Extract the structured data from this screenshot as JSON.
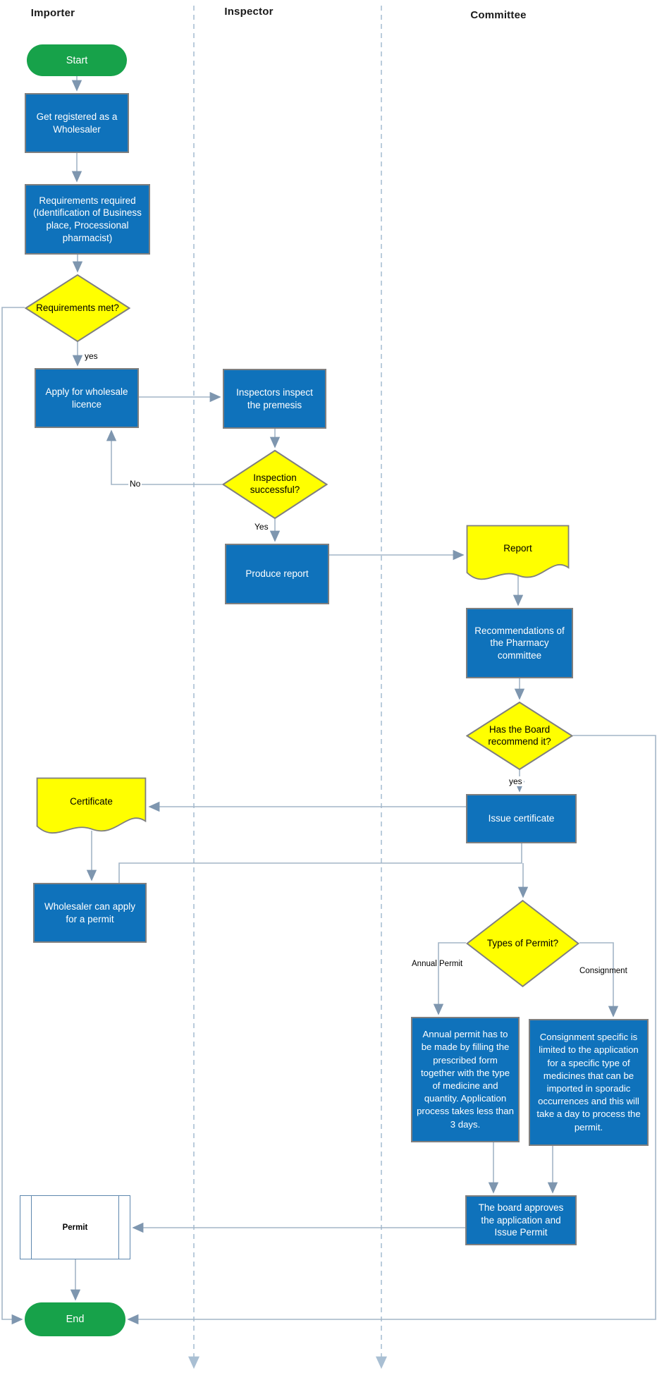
{
  "lanes": [
    {
      "label": "Importer"
    },
    {
      "label": "Inspector"
    },
    {
      "label": "Committee"
    }
  ],
  "nodes": {
    "start": {
      "label": "Start",
      "type": "terminator"
    },
    "get_registered": {
      "label": "Get registered as a Wholesaler",
      "type": "process"
    },
    "requirements_required": {
      "label": "Requirements required (Identification of Business place, Processional pharmacist)",
      "type": "process"
    },
    "requirements_met": {
      "label": "Requirements met?",
      "type": "decision"
    },
    "apply_wholesale": {
      "label": "Apply for wholesale licence",
      "type": "process"
    },
    "inspect_premesis": {
      "label": "Inspectors inspect the premesis",
      "type": "process"
    },
    "inspection_successful": {
      "label": "Inspection successful?",
      "type": "decision"
    },
    "produce_report": {
      "label": "Produce report",
      "type": "process"
    },
    "report_doc": {
      "label": "Report",
      "type": "document"
    },
    "recommendations": {
      "label": "Recommendations of the Pharmacy committee",
      "type": "process"
    },
    "board_recommend": {
      "label": "Has the Board recommend it?",
      "type": "decision"
    },
    "issue_certificate": {
      "label": "Issue certificate",
      "type": "process"
    },
    "certificate_doc": {
      "label": "Certificate",
      "type": "document"
    },
    "wholesaler_apply_permit": {
      "label": "Wholesaler can apply for a permit",
      "type": "process"
    },
    "types_of_permit": {
      "label": "Types of Permit?",
      "type": "decision"
    },
    "annual_permit_info": {
      "label": "Annual permit has to be made by filling the prescribed form together with the type of medicine and quantity. Application process takes less than 3 days.",
      "type": "process"
    },
    "consignment_info": {
      "label": "Consignment specific is limited to the application for a specific type of medicines that can be imported in sporadic occurrences and this will take a day to process the permit.",
      "type": "process"
    },
    "board_approves": {
      "label": "The board approves the application and Issue Permit",
      "type": "process"
    },
    "permit_doc": {
      "label": "Permit",
      "type": "predefined-process"
    },
    "end": {
      "label": "End",
      "type": "terminator"
    }
  },
  "edge_labels": {
    "requirements_yes": "yes",
    "inspection_no": "No",
    "inspection_yes": "Yes",
    "board_yes": "yes",
    "annual_branch": "Annual Permit",
    "consignment_branch": "Consignment"
  },
  "colors": {
    "process_fill": "#0F72BB",
    "decision_fill": "#FFFF00",
    "terminator_fill": "#17A24A",
    "shape_border": "#7F7F7F",
    "connector": "#A3B5C7",
    "arrowhead": "#7E96AF",
    "lane_divider": "#A9BFD3",
    "permit_border": "#5E87AE",
    "text_on_dark": "#FFFFFF",
    "text_on_light": "#000000"
  }
}
